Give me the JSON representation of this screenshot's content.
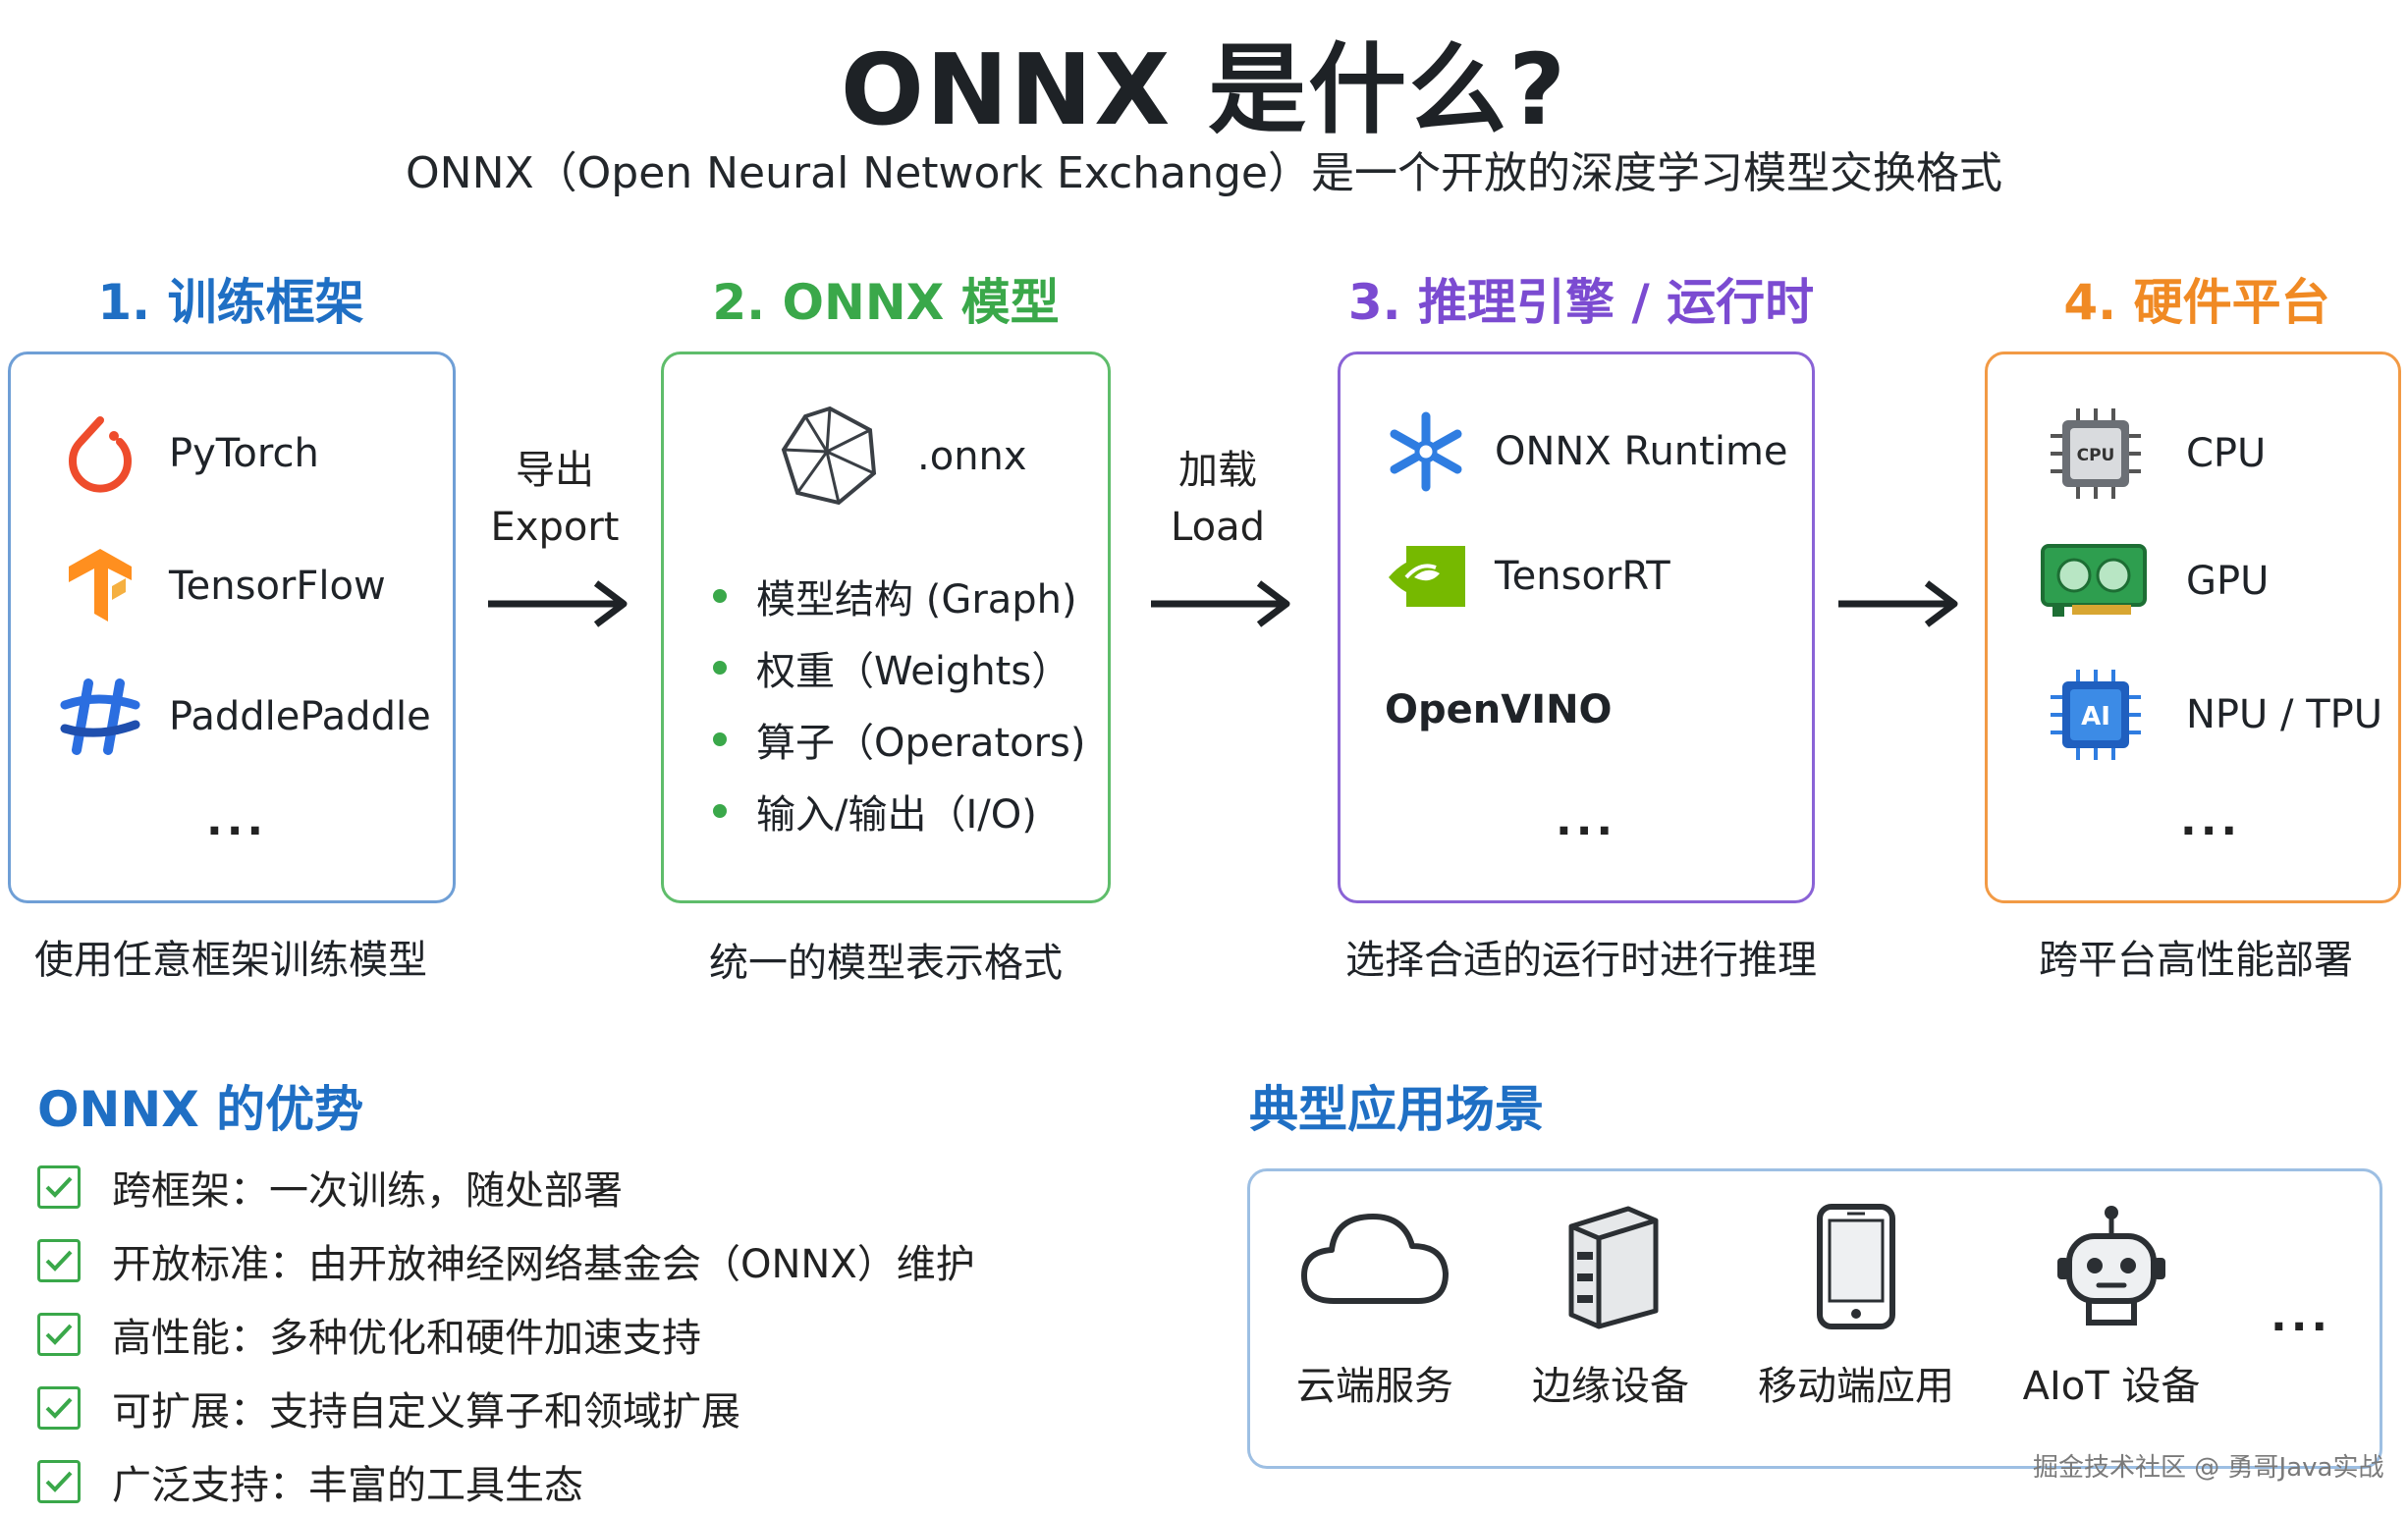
{
  "title": "ONNX 是什么?",
  "subtitle": "ONNX（Open Neural Network Exchange）是一个开放的深度学习模型交换格式",
  "colors": {
    "blue": "#1f6fc4",
    "green": "#3aa84a",
    "purple": "#7b4bd1",
    "orange": "#f08a24"
  },
  "columns": [
    {
      "heading": "1. 训练框架",
      "caption": "使用任意框架训练模型",
      "items": [
        {
          "icon": "pytorch-icon",
          "label": "PyTorch"
        },
        {
          "icon": "tensorflow-icon",
          "label": "TensorFlow"
        },
        {
          "icon": "paddlepaddle-icon",
          "label": "PaddlePaddle"
        }
      ],
      "more": "..."
    },
    {
      "heading": "2. ONNX 模型",
      "caption": "统一的模型表示格式",
      "file_label": ".onnx",
      "bullets": [
        "模型结构 (Graph)",
        "权重（Weights）",
        "算子（Operators)",
        "输入/输出（I/O)"
      ]
    },
    {
      "heading": "3. 推理引擎 / 运行时",
      "caption": "选择合适的运行时进行推理",
      "items": [
        {
          "icon": "onnx-runtime-icon",
          "label": "ONNX Runtime"
        },
        {
          "icon": "nvidia-icon",
          "label": "TensorRT"
        },
        {
          "icon": "",
          "label": "OpenVINO"
        }
      ],
      "more": "..."
    },
    {
      "heading": "4. 硬件平台",
      "caption": "跨平台高性能部署",
      "items": [
        {
          "icon": "cpu-icon",
          "label": "CPU",
          "chip_text": "CPU"
        },
        {
          "icon": "gpu-icon",
          "label": "GPU"
        },
        {
          "icon": "ai-chip-icon",
          "label": "NPU / TPU",
          "chip_text": "AI"
        }
      ],
      "more": "..."
    }
  ],
  "arrows": [
    {
      "cn": "导出",
      "en": "Export"
    },
    {
      "cn": "加载",
      "en": "Load"
    }
  ],
  "advantages": {
    "heading": "ONNX 的优势",
    "items": [
      "跨框架：一次训练，随处部署",
      "开放标准：由开放神经网络基金会（ONNX）维护",
      "高性能：多种优化和硬件加速支持",
      "可扩展：支持自定义算子和领域扩展",
      "广泛支持：丰富的工具生态"
    ]
  },
  "scenarios": {
    "heading": "典型应用场景",
    "items": [
      {
        "icon": "cloud-icon",
        "label": "云端服务"
      },
      {
        "icon": "server-icon",
        "label": "边缘设备"
      },
      {
        "icon": "phone-icon",
        "label": "移动端应用"
      },
      {
        "icon": "robot-icon",
        "label": "AIoT 设备"
      }
    ],
    "more": "..."
  },
  "watermark": "掘金技术社区 @ 勇哥Java实战"
}
